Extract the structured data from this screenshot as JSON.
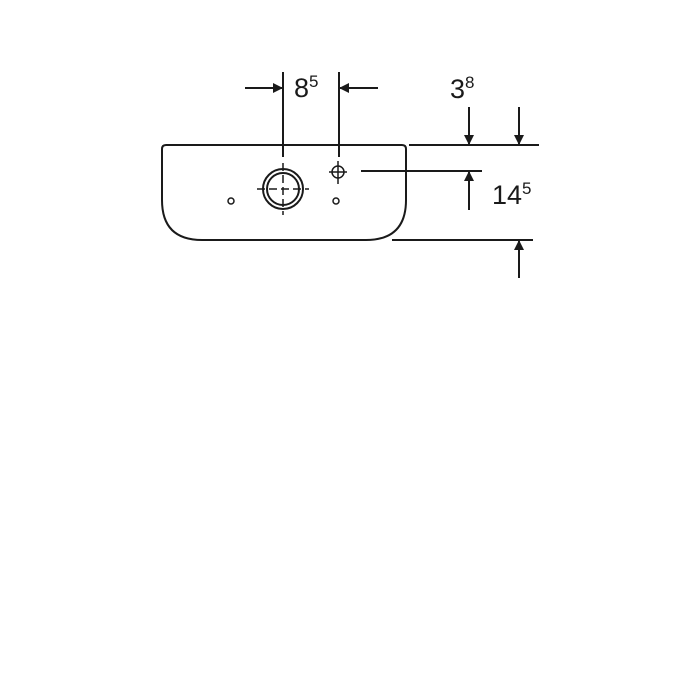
{
  "dimensions": {
    "hole_spacing": {
      "main": "8",
      "sup": "5"
    },
    "top_offset": {
      "main": "3",
      "sup": "8"
    },
    "height": {
      "main": "14",
      "sup": "5"
    }
  },
  "colors": {
    "line": "#1a1a1a",
    "background": "#ffffff"
  }
}
